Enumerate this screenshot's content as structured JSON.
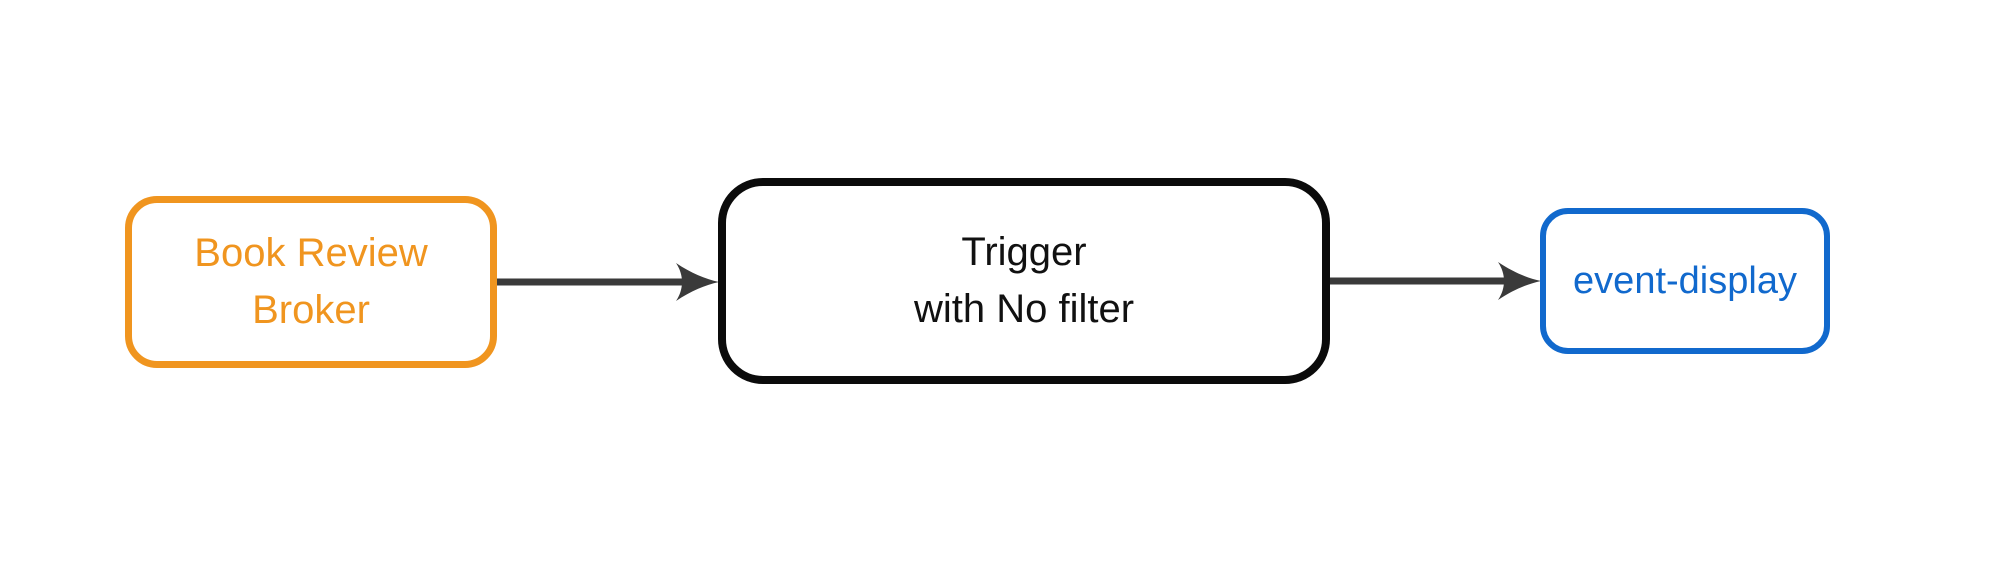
{
  "diagram": {
    "type": "flowchart-left-to-right",
    "background_color": "#FFFFFF",
    "edge_color": "#3A3A3A",
    "nodes": [
      {
        "id": "broker",
        "label_lines": [
          "Book Review",
          "Broker"
        ],
        "border_color": "#F0951F",
        "text_color": "#F0951F",
        "fill_color": "#FFFFFF"
      },
      {
        "id": "trigger",
        "label_lines": [
          "Trigger",
          "with No filter"
        ],
        "border_color": "#0B0B0B",
        "text_color": "#111111",
        "fill_color": "#FFFFFF"
      },
      {
        "id": "event-display",
        "label_lines": [
          "event-display"
        ],
        "border_color": "#1169CD",
        "text_color": "#1169CD",
        "fill_color": "#FFFFFF"
      }
    ],
    "edges": [
      {
        "from": "broker",
        "to": "trigger",
        "style": "solid-arrow",
        "color": "#3A3A3A"
      },
      {
        "from": "trigger",
        "to": "event-display",
        "style": "solid-arrow",
        "color": "#3A3A3A"
      }
    ]
  }
}
